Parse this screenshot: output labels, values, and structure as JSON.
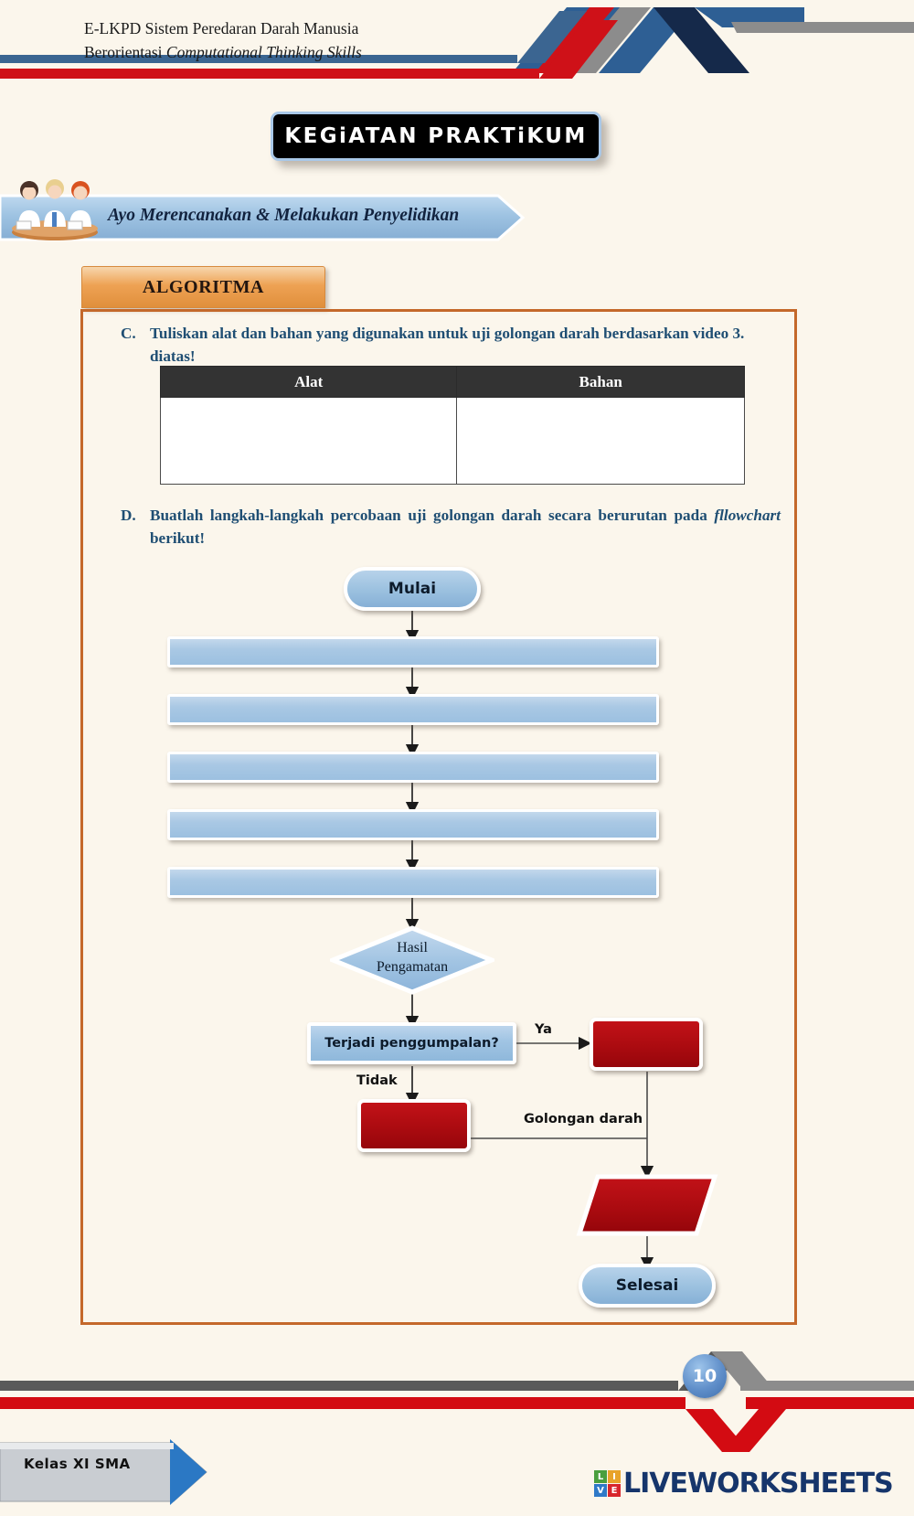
{
  "header": {
    "line1": "E-LKPD Sistem Peredaran Darah Manusia",
    "line2_prefix": "Berorientasi ",
    "line2_italic": "Computational Thinking Skills"
  },
  "title_plate": {
    "text": "KEGiATAN PRAKTiKUM"
  },
  "banner": {
    "text": "Ayo Merencanakan & Melakukan Penyelidikan"
  },
  "section_tab": {
    "label": "ALGORITMA"
  },
  "question_c": {
    "label": "C.",
    "text": "Tuliskan alat dan bahan yang digunakan untuk uji golongan darah berdasarkan video 3. diatas!"
  },
  "table": {
    "headers": [
      "Alat",
      "Bahan"
    ],
    "rows": [
      [
        "",
        ""
      ]
    ]
  },
  "question_d": {
    "label": "D.",
    "text_part1": "Buatlah langkah-langkah percobaan uji golongan darah secara berurutan pada ",
    "text_italic": "fllowchart",
    "text_part2": " berikut!"
  },
  "flowchart": {
    "type": "flowchart",
    "nodes": [
      {
        "id": "start",
        "shape": "terminator",
        "label": "Mulai"
      },
      {
        "id": "step1",
        "shape": "process",
        "label": ""
      },
      {
        "id": "step2",
        "shape": "process",
        "label": ""
      },
      {
        "id": "step3",
        "shape": "process",
        "label": ""
      },
      {
        "id": "step4",
        "shape": "process",
        "label": ""
      },
      {
        "id": "step5",
        "shape": "process",
        "label": ""
      },
      {
        "id": "hasil",
        "shape": "decision",
        "label": "Hasil Pengamatan",
        "label_line1": "Hasil",
        "label_line2": "Pengamatan"
      },
      {
        "id": "gumpal",
        "shape": "process",
        "label": "Terjadi penggumpalan?"
      },
      {
        "id": "ansYa",
        "shape": "answer-box",
        "label": ""
      },
      {
        "id": "ansTdk",
        "shape": "answer-box",
        "label": ""
      },
      {
        "id": "ansGol",
        "shape": "answer-parallelogram",
        "label": ""
      },
      {
        "id": "end",
        "shape": "terminator",
        "label": "Selesai"
      }
    ],
    "edge_labels": {
      "ya": "Ya",
      "tidak": "Tidak",
      "golongan_darah": "Golongan darah"
    }
  },
  "footer": {
    "class_badge": "Kelas XI SMA",
    "page_number": "10",
    "brand": {
      "word": "LIVEWORKSHEETS",
      "tiles": [
        "L",
        "I",
        "V",
        "E"
      ]
    }
  },
  "colors": {
    "page_bg": "#fbf6ec",
    "accent_orange": "#c4682a",
    "accent_blue": "#1f4e73",
    "node_blue": "#9dc2e0",
    "answer_red": "#ab0b10",
    "brand_blue": "#16356b"
  }
}
